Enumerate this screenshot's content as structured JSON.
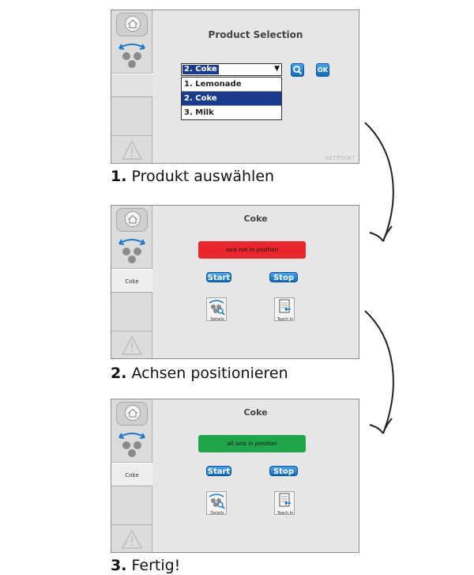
{
  "screens": [
    {
      "title": "Product Selection",
      "dropdown_value": "2. Coke",
      "options": [
        "1. Lemonade",
        "2. Coke",
        "3. Milk"
      ],
      "ok_label": "OK",
      "watermark": "SETPOINT"
    },
    {
      "title": "Coke",
      "sidebar_selected": "Coke",
      "status": "axis not in position",
      "status_color": "#e8262b",
      "start_label": "Start",
      "stop_label": "Stop",
      "details_label": "Details",
      "teach_label": "Teach In"
    },
    {
      "title": "Coke",
      "sidebar_selected": "Coke",
      "status": "all axis in position",
      "status_color": "#1fa64a",
      "start_label": "Start",
      "stop_label": "Stop",
      "details_label": "Details",
      "teach_label": "Teach In"
    }
  ],
  "captions": [
    {
      "number": "1.",
      "text": " Produkt auswählen"
    },
    {
      "number": "2.",
      "text": " Achsen positionieren"
    },
    {
      "number": "3.",
      "text": " Fertig!"
    }
  ],
  "colors": {
    "accent": "#0d6cbf",
    "selection": "#1a3a8c",
    "panel": "#e6e6e6"
  },
  "icons": [
    "home-icon",
    "axis-icon",
    "warning-icon",
    "search-icon",
    "details-icon",
    "teach-in-icon",
    "arrow-icon"
  ]
}
